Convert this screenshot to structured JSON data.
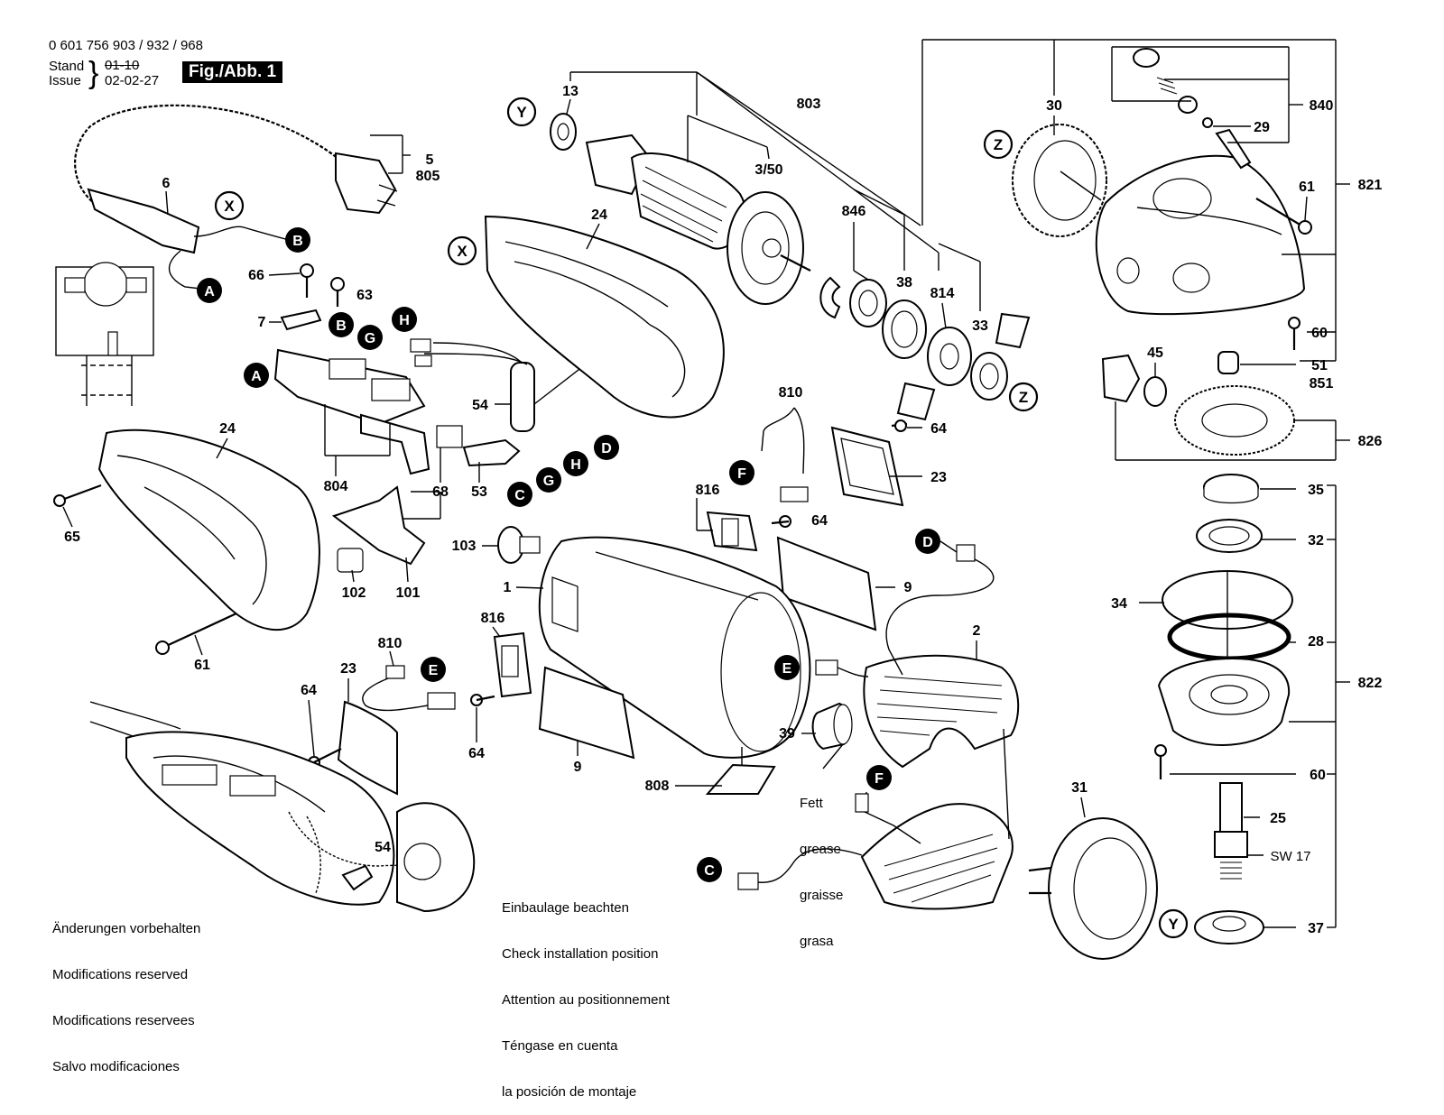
{
  "header": {
    "part_numbers": "0 601 756 903 / 932 / 968",
    "stand_label": "Stand",
    "issue_label": "Issue",
    "old_date": "01-10",
    "date": "02-02-27",
    "figure_label": "Fig./Abb. 1"
  },
  "footer_notes": {
    "left": [
      "Änderungen vorbehalten",
      "Modifications reserved",
      "Modifications reservees",
      "Salvo modificaciones"
    ],
    "center": [
      "Einbaulage beachten",
      "Check installation position",
      "Attention au positionnement",
      "Téngase en cuenta",
      "la posición de montaje"
    ],
    "grease": [
      "Fett",
      "grease",
      "graisse",
      "grasa"
    ]
  },
  "callouts": {
    "X": "X",
    "Y": "Y",
    "Z": "Z",
    "A": "A",
    "B": "B",
    "C": "C",
    "D": "D",
    "E": "E",
    "F": "F",
    "G": "G",
    "H": "H"
  },
  "part_labels": {
    "p13": "13",
    "p803": "803",
    "p3_50": "3/50",
    "p24": "24",
    "p846": "846",
    "p38": "38",
    "p814": "814",
    "p33": "33",
    "p30": "30",
    "p840": "840",
    "p29": "29",
    "p61": "61",
    "p821": "821",
    "p60": "60",
    "p51": "51",
    "p851": "851",
    "p45": "45",
    "p826": "826",
    "p35": "35",
    "p32": "32",
    "p34": "34",
    "p28": "28",
    "p822": "822",
    "p25": "25",
    "sw17": "SW 17",
    "p37": "37",
    "p31": "31",
    "p2": "2",
    "p39": "39",
    "p808": "808",
    "p9": "9",
    "p1": "1",
    "p103": "103",
    "p816": "816",
    "p810": "810",
    "p64": "64",
    "p23": "23",
    "p54": "54",
    "p53": "53",
    "p68": "68",
    "p804": "804",
    "p101": "101",
    "p102": "102",
    "p65": "65",
    "p66": "66",
    "p63": "63",
    "p7": "7",
    "p6": "6",
    "p5": "5",
    "p805": "805"
  }
}
